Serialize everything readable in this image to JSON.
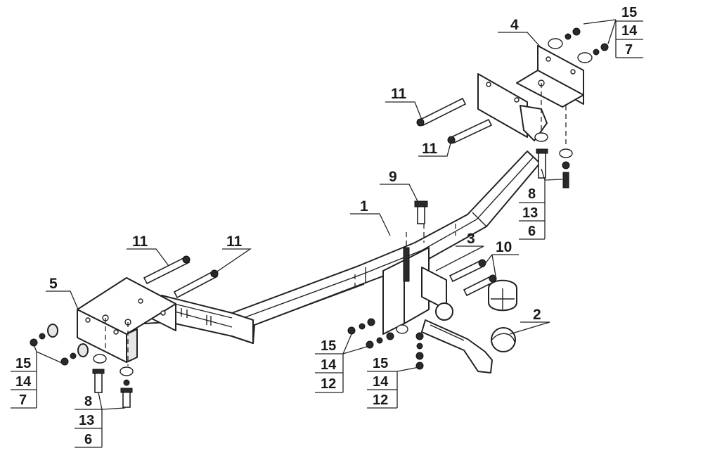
{
  "labels": {
    "crossbar": "1",
    "ball": "2",
    "socket_plate": "3",
    "bracket_right": "4",
    "bracket_left": "5",
    "pin": "9",
    "bolt_socket": "10",
    "bolt_long_left_a": "11",
    "bolt_long_left_b": "11",
    "bolt_long_right_a": "11",
    "bolt_long_right_b": "11"
  },
  "stacks": {
    "top_right": [
      "15",
      "14",
      "7"
    ],
    "right_mid": [
      "8",
      "13",
      "6"
    ],
    "center_left": [
      "15",
      "14",
      "12"
    ],
    "center_right": [
      "15",
      "14",
      "12"
    ],
    "left_low": [
      "15",
      "14",
      "7"
    ],
    "left_bottom": [
      "8",
      "13",
      "6"
    ]
  },
  "colors": {
    "line": "#222222",
    "fastener": "#2a2a2a",
    "background": "#ffffff"
  }
}
